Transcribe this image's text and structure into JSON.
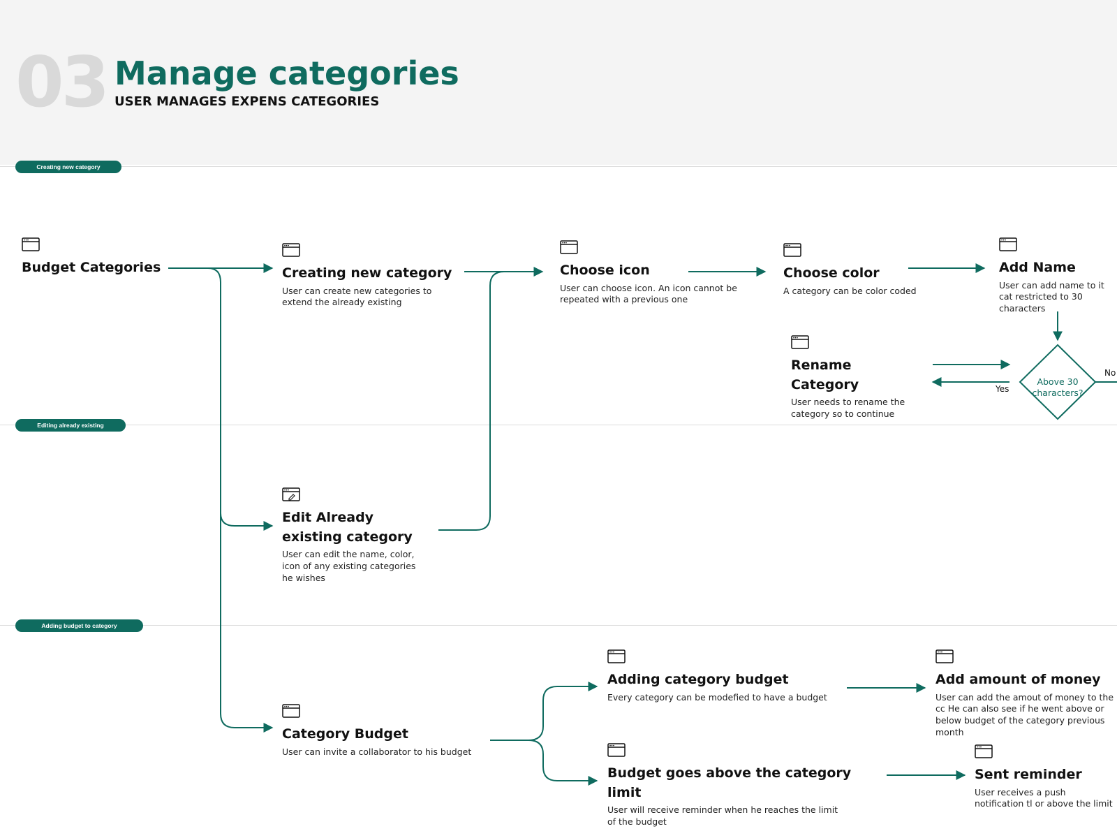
{
  "header": {
    "number": "03",
    "title": "Manage categories",
    "subtitle": "USER MANAGES EXPENS CATEGORIES"
  },
  "sections": [
    {
      "label": "Creating new category"
    },
    {
      "label": "Editing already existing"
    },
    {
      "label": "Adding budget to category"
    }
  ],
  "nodes": {
    "budget_categories": {
      "title": "Budget Categories",
      "icon": "window-icon"
    },
    "creating_new": {
      "title": "Creating new category",
      "desc": "User can create new categories to extend the already existing",
      "icon": "window-icon"
    },
    "choose_icon": {
      "title": "Choose icon",
      "desc": "User can choose icon. An icon cannot be repeated with a previous one",
      "icon": "window-icon"
    },
    "choose_color": {
      "title": "Choose color",
      "desc": "A category can be color coded",
      "icon": "window-icon"
    },
    "add_name": {
      "title": "Add Name",
      "desc": "User can add name to it cat restricted to 30 characters",
      "icon": "window-icon"
    },
    "rename_category": {
      "title": "Rename Category",
      "desc": "User needs to rename the category so to continue",
      "icon": "window-icon"
    },
    "edit_existing": {
      "title": "Edit Already existing category",
      "desc": "User can edit the name, color, icon of any existing categories he wishes",
      "icon": "edit-window-icon"
    },
    "category_budget": {
      "title": "Category Budget",
      "desc": "User can invite a collaborator to his budget",
      "icon": "window-icon"
    },
    "adding_budget": {
      "title": "Adding category budget",
      "desc": "Every category can be modefied to have a budget",
      "icon": "window-icon"
    },
    "add_amount": {
      "title": "Add amount of money",
      "desc": "User can add the amout of money to the cc He can also see if he went above or below budget of the category previous month",
      "icon": "window-icon"
    },
    "budget_above": {
      "title": "Budget goes above the category limit",
      "desc": "User will receive reminder when he reaches the limit of the budget",
      "icon": "window-icon"
    },
    "sent_reminder": {
      "title": "Sent reminder",
      "desc": "User receives a push notification tl or above the limit",
      "icon": "window-icon"
    }
  },
  "decision": {
    "text": "Above 30 characters?",
    "yes": "Yes",
    "no": "No"
  },
  "colors": {
    "accent": "#0f6b5f",
    "header_bg": "#f4f4f4",
    "number": "#d9d9d9"
  }
}
